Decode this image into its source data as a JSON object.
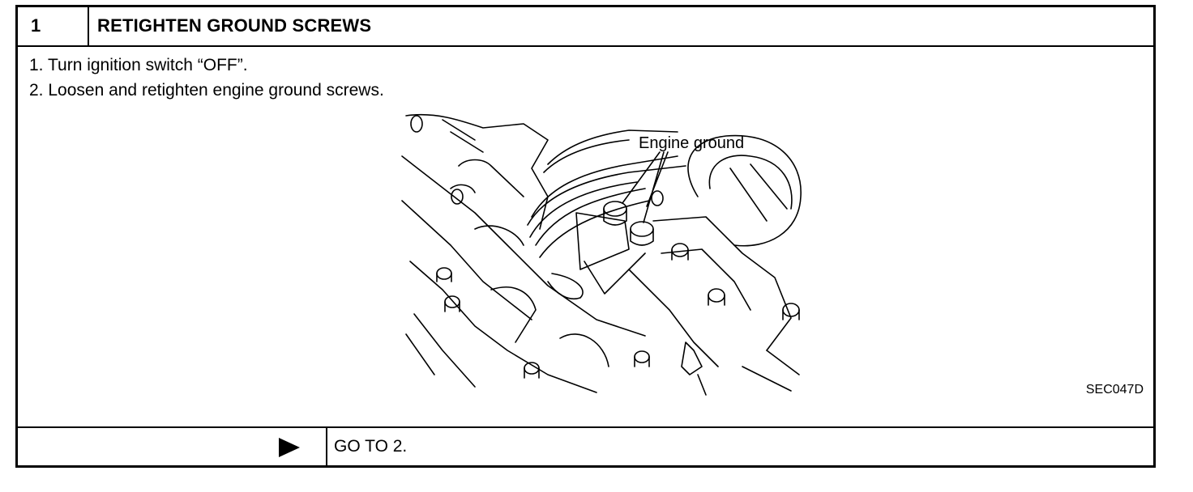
{
  "header": {
    "number": "1",
    "title": "RETIGHTEN GROUND SCREWS"
  },
  "steps": [
    "1. Turn ignition switch “OFF”.",
    "2. Loosen and retighten engine ground screws."
  ],
  "figure": {
    "callout": "Engine ground",
    "ref": "SEC047D"
  },
  "footer": {
    "arrow_icon": "right-triangle-icon",
    "action": "GO TO 2."
  }
}
